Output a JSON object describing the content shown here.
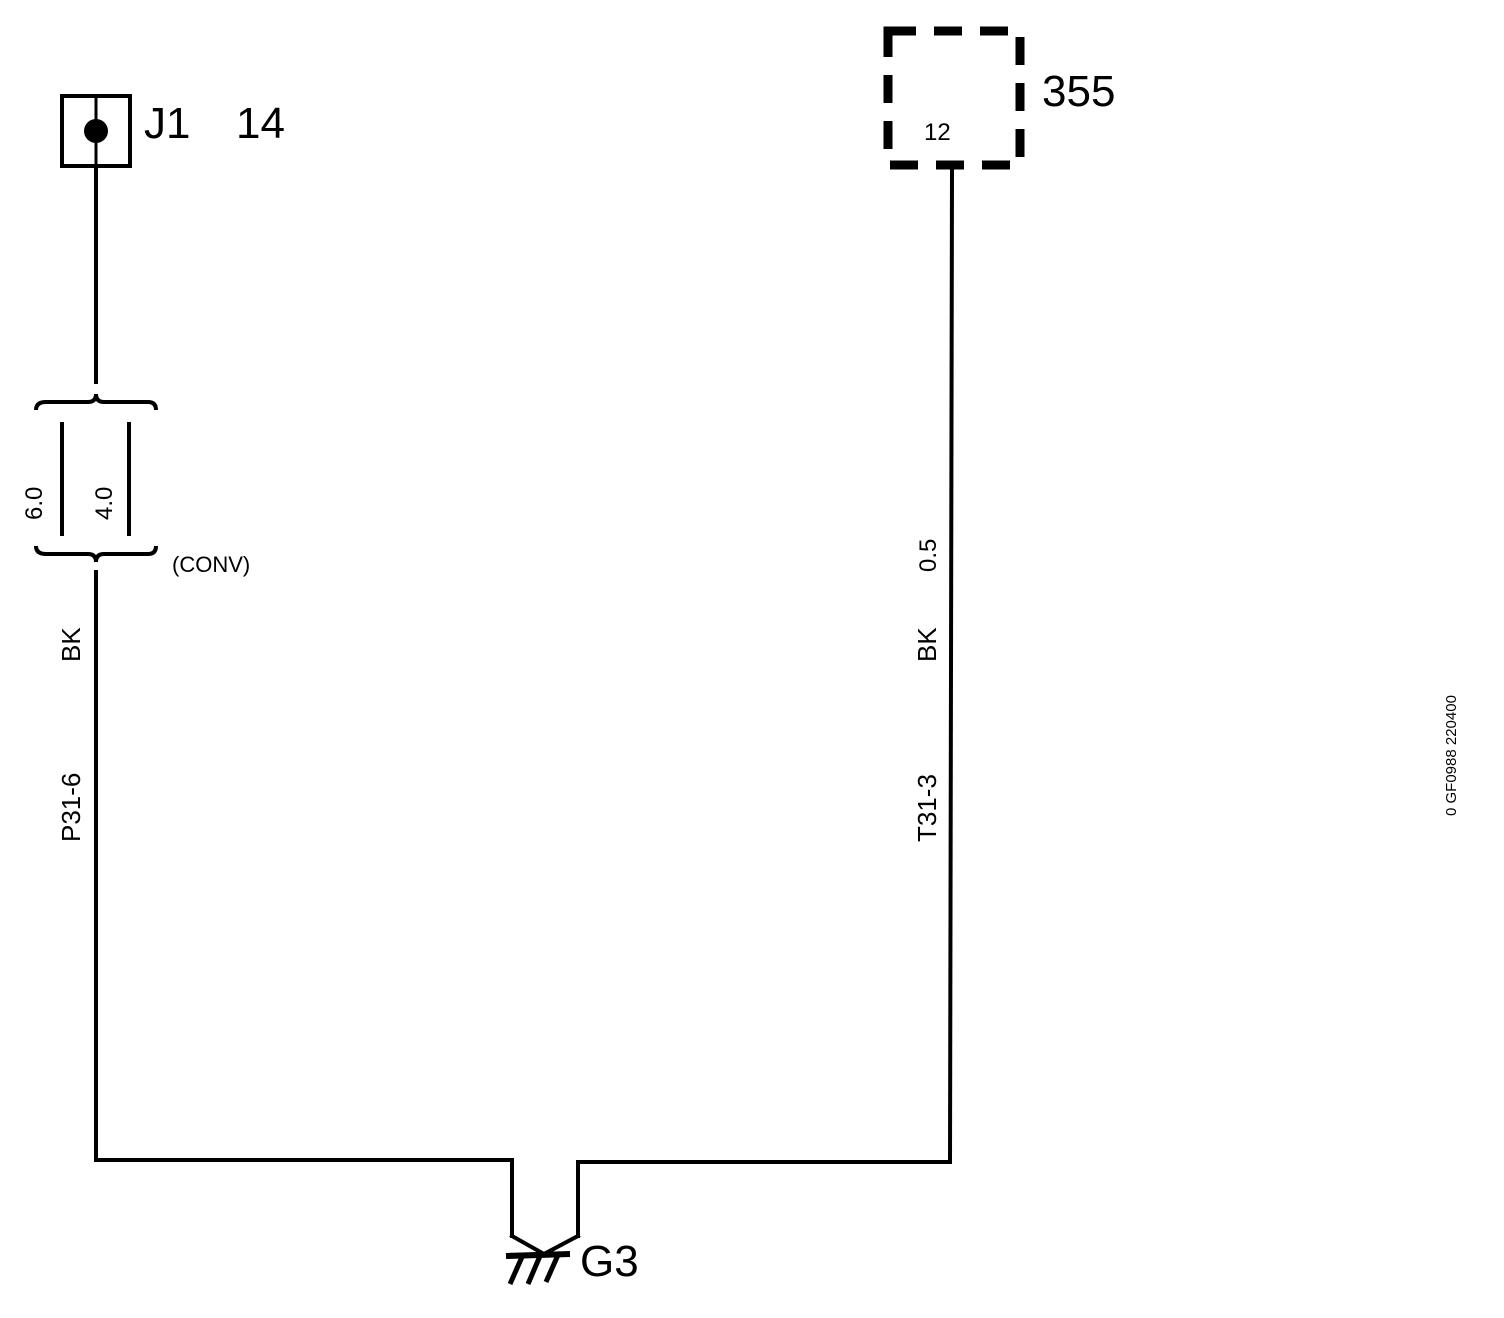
{
  "connector_j1": {
    "name": "J1",
    "pin": "14"
  },
  "module_355": {
    "id": "355",
    "pin": "12"
  },
  "left_wire": {
    "size_a": "6.0",
    "size_b": "4.0",
    "variant": "(CONV)",
    "color": "BK",
    "circuit": "P31-6"
  },
  "right_wire": {
    "size": "0.5",
    "color": "BK",
    "circuit": "T31-3"
  },
  "ground": {
    "name": "G3"
  },
  "drawing_id": "0 GF0988 220400",
  "colors": {
    "line": "#000000",
    "background": "#ffffff"
  }
}
